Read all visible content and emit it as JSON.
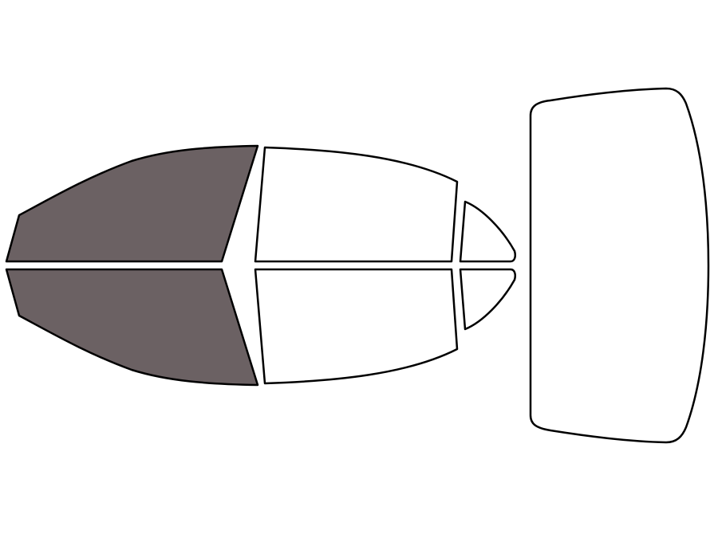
{
  "colors": {
    "background": "#ffffff",
    "outline": "#000000",
    "tinted": "#6b6163",
    "untinted": "#ffffff"
  },
  "windows": [
    {
      "id": "front-driver-window",
      "tinted": true
    },
    {
      "id": "front-passenger-window",
      "tinted": true
    },
    {
      "id": "rear-driver-window",
      "tinted": false
    },
    {
      "id": "rear-passenger-window",
      "tinted": false
    },
    {
      "id": "rear-driver-quarter-window",
      "tinted": false
    },
    {
      "id": "rear-passenger-quarter-window",
      "tinted": false
    },
    {
      "id": "rear-windshield",
      "tinted": false
    }
  ]
}
